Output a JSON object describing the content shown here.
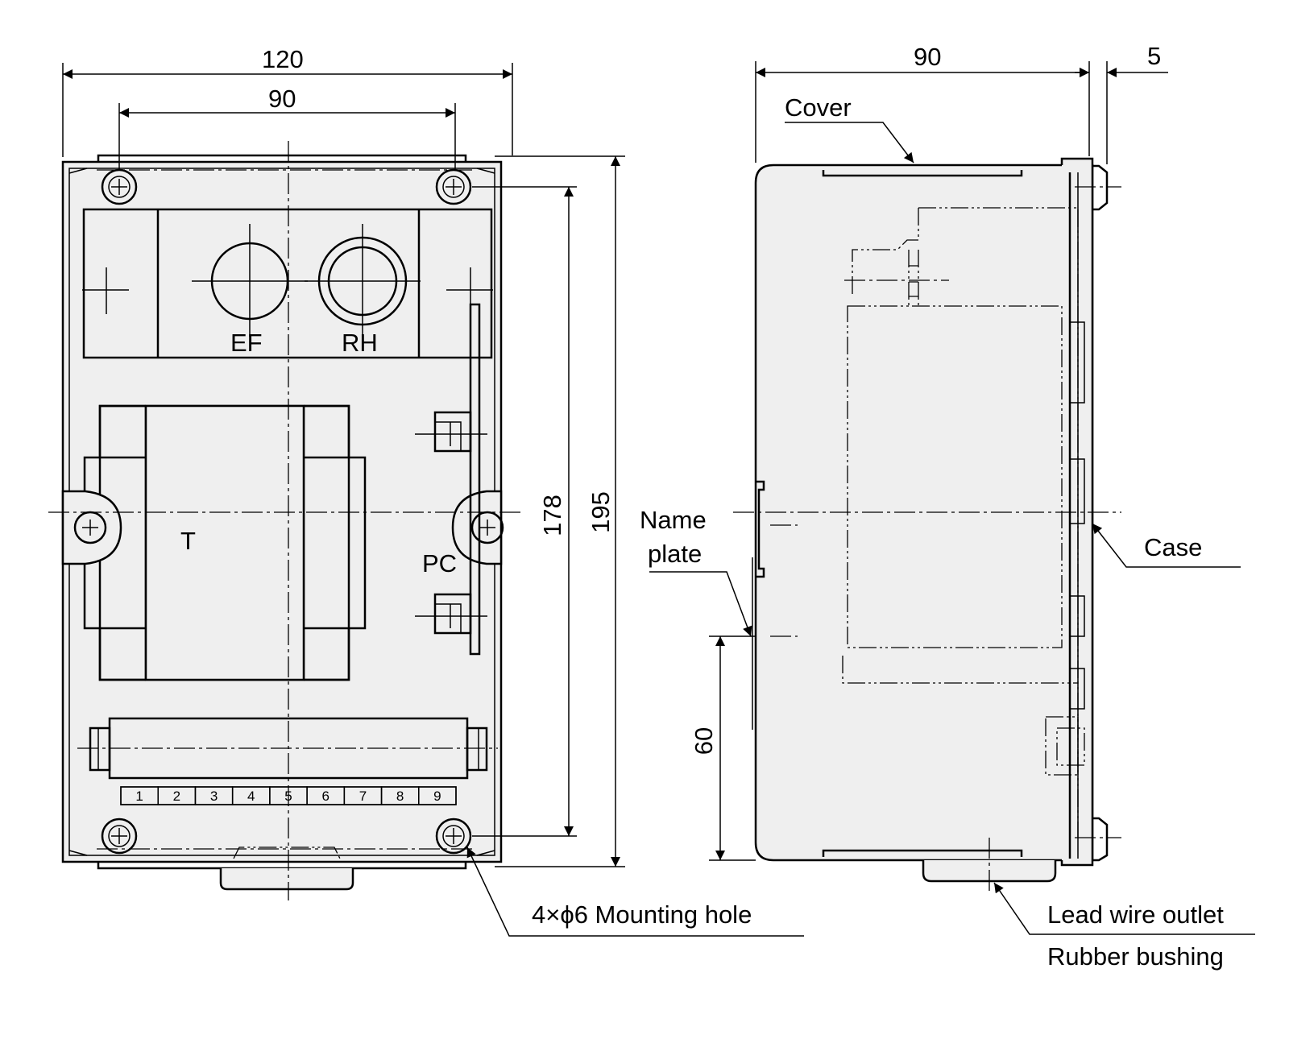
{
  "dimensions": {
    "front_width_overall": "120",
    "front_width_holes": "90",
    "front_height_holes": "178",
    "front_height_overall": "195",
    "side_depth": "90",
    "side_cover_thickness": "5",
    "nameplate_height": "60"
  },
  "labels": {
    "ef": "EF",
    "rh": "RH",
    "transformer": "T",
    "pc": "PC",
    "cover": "Cover",
    "case": "Case",
    "name_plate_line1": "Name",
    "name_plate_line2": "plate",
    "mounting_hole": "4×ϕ6 Mounting hole",
    "lead_wire_outlet": "Lead wire outlet",
    "rubber_bushing": "Rubber bushing"
  },
  "terminal_block": {
    "terminals": [
      "1",
      "2",
      "3",
      "4",
      "5",
      "6",
      "7",
      "8",
      "9"
    ]
  }
}
